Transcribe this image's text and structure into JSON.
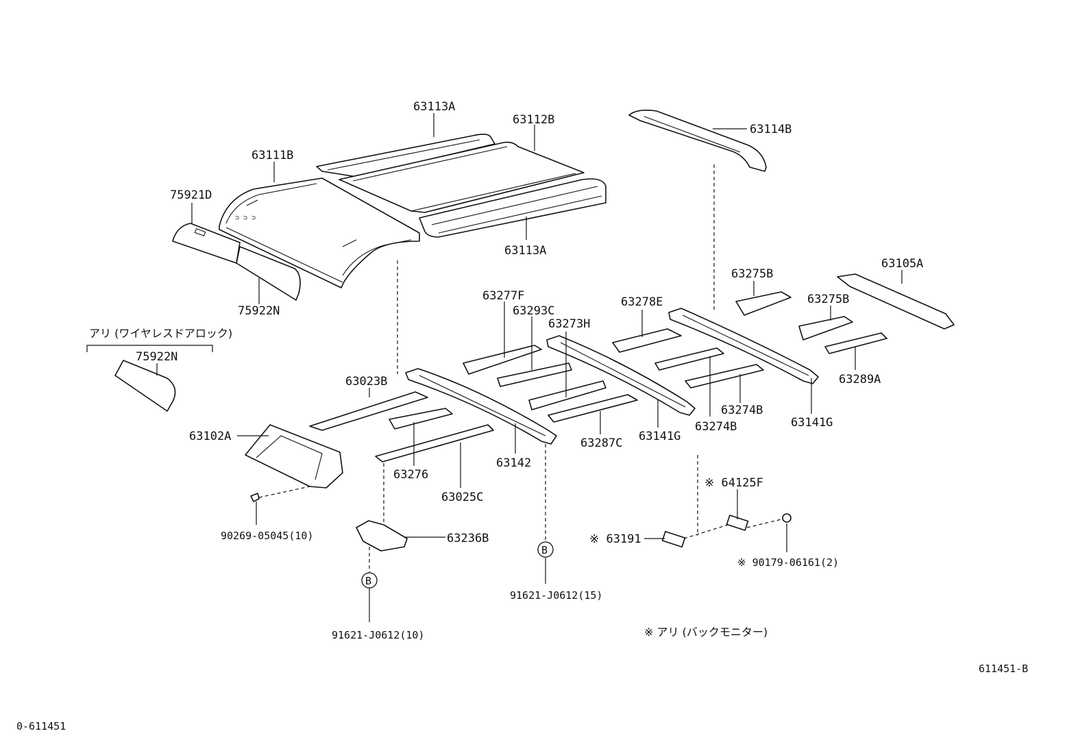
{
  "diagram": {
    "labels": {
      "p63113A_top": "63113A",
      "p63112B": "63112B",
      "p63114B": "63114B",
      "p63111B": "63111B",
      "p75921D": "75921D",
      "p63113A_bottom": "63113A",
      "p75922N": "75922N",
      "p75922N_opt": "75922N",
      "opt_wireless": "アリ (ワイヤレスドアロック)",
      "p63277F": "63277F",
      "p63293C": "63293C",
      "p63273H": "63273H",
      "p63278E": "63278E",
      "p63275B_a": "63275B",
      "p63275B_b": "63275B",
      "p63105A": "63105A",
      "p63289A": "63289A",
      "p63023B": "63023B",
      "p63102A": "63102A",
      "p63276": "63276",
      "p63025C": "63025C",
      "p63142": "63142",
      "p63287C": "63287C",
      "p63141G_a": "63141G",
      "p63274B_a": "63274B",
      "p63274B_b": "63274B",
      "p63141G_b": "63141G",
      "p64125F": "※ 64125F",
      "p63191": "※ 63191",
      "p90179": "※ 90179-06161(2)",
      "p90269": "90269-05045(10)",
      "p63236B": "63236B",
      "circle_b1": "B",
      "circle_b2": "B",
      "p91621_15": "91621-J0612(15)",
      "p91621_10": "91621-J0612(10)",
      "note_backmonitor": "※   アリ (バックモニター)",
      "illustration_code": "611451-B",
      "page_code": "0-611451"
    }
  }
}
